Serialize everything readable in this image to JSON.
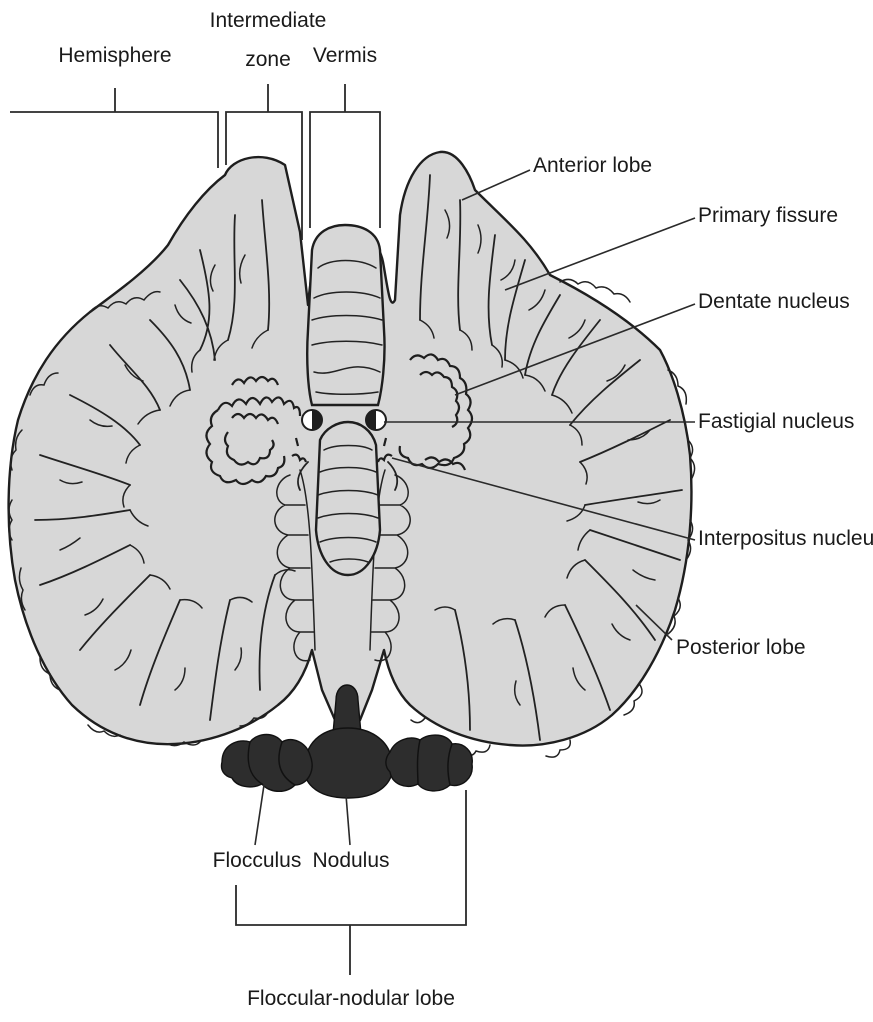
{
  "labels": {
    "hemisphere": "Hemisphere",
    "intermediate_zone_line1": "Intermediate",
    "intermediate_zone_line2": "zone",
    "vermis": "Vermis",
    "anterior_lobe": "Anterior lobe",
    "primary_fissure": "Primary fissure",
    "dentate_nucleus": "Dentate nucleus",
    "fastigial_nucleus": "Fastigial nucleus",
    "interpositus_nucleus": "Interpositus nucleus",
    "posterior_lobe": "Posterior lobe",
    "flocculus": "Flocculus",
    "nodulus": "Nodulus",
    "floccular_nodular_lobe": "Floccular-nodular lobe"
  },
  "colors": {
    "tissue": "#d7d7d7",
    "outline": "#1e1e1e",
    "flocculonodular": "#2d2d2d",
    "background": "#ffffff"
  }
}
